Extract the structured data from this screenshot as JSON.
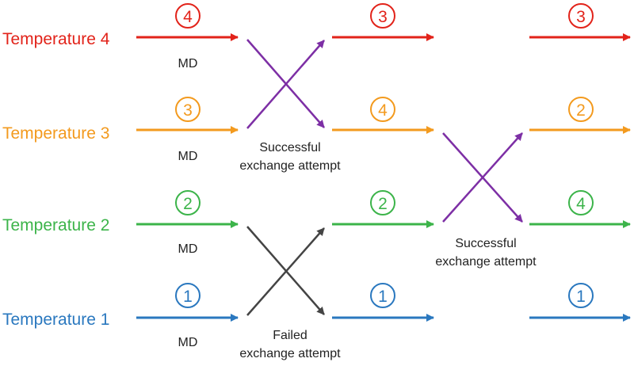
{
  "temperatures": [
    {
      "label": "Temperature 4",
      "color": "#e2231a"
    },
    {
      "label": "Temperature 3",
      "color": "#f39a1e"
    },
    {
      "label": "Temperature 2",
      "color": "#3cb44a"
    },
    {
      "label": "Temperature 1",
      "color": "#2a78bf"
    }
  ],
  "md_label": "MD",
  "columns": [
    [
      "4",
      "3",
      "2",
      "1"
    ],
    [
      "3",
      "4",
      "2",
      "1"
    ],
    [
      "3",
      "2",
      "4",
      "1"
    ]
  ],
  "exchanges": [
    {
      "text_line1": "Successful",
      "text_line2": "exchange attempt",
      "color": "#7d2fa5",
      "result": "success"
    },
    {
      "text_line1": "Failed",
      "text_line2": "exchange attempt",
      "color": "#444444",
      "result": "failed"
    },
    {
      "text_line1": "Successful",
      "text_line2": "exchange attempt",
      "color": "#7d2fa5",
      "result": "success"
    }
  ]
}
